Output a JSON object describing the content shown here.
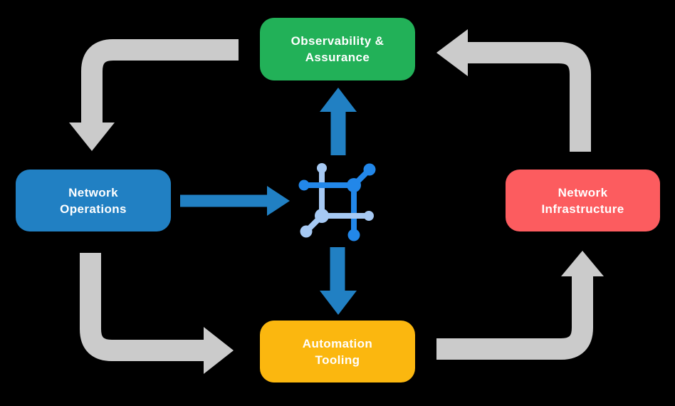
{
  "colors": {
    "background": "#000000",
    "green": "#22B158",
    "blue": "#2180C3",
    "red": "#FC5C5F",
    "yellow": "#FBB70F",
    "arrow-gray": "#CBCBCB",
    "arrow-blue": "#2180C3",
    "icon-dark": "#2287E9",
    "icon-light": "#A6C9F3",
    "text": "#FFFFFF"
  },
  "nodes": {
    "observability": {
      "line1": "Observability &",
      "line2": "Assurance"
    },
    "operations": {
      "line1": "Network",
      "line2": "Operations"
    },
    "infrastructure": {
      "line1": "Network",
      "line2": "Infrastructure"
    },
    "automation": {
      "line1": "Automation",
      "line2": "Tooling"
    }
  },
  "arrows": [
    {
      "id": "observability-to-operations",
      "from": "Observability & Assurance",
      "to": "Network Operations",
      "color": "gray"
    },
    {
      "id": "infrastructure-to-observability",
      "from": "Network Infrastructure",
      "to": "Observability & Assurance",
      "color": "gray"
    },
    {
      "id": "operations-to-automation",
      "from": "Network Operations",
      "to": "Automation Tooling",
      "color": "gray"
    },
    {
      "id": "automation-to-infrastructure",
      "from": "Automation Tooling",
      "to": "Network Infrastructure",
      "color": "gray"
    },
    {
      "id": "operations-to-core",
      "from": "Network Operations",
      "to": "network-nodes-icon",
      "color": "blue"
    },
    {
      "id": "core-to-observability",
      "from": "network-nodes-icon",
      "to": "Observability & Assurance",
      "color": "blue"
    },
    {
      "id": "core-to-automation",
      "from": "network-nodes-icon",
      "to": "Automation Tooling",
      "color": "blue"
    }
  ],
  "center_icon": "network-nodes-icon"
}
